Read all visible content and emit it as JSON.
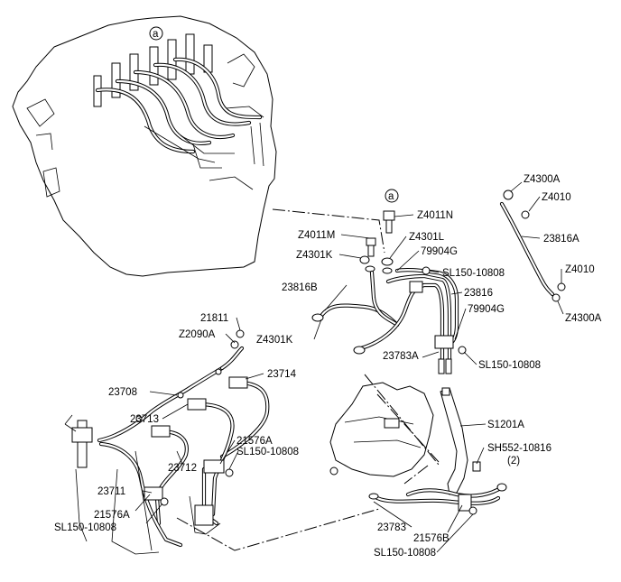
{
  "callouts": {
    "top_marker": "a",
    "mid_marker": "a"
  },
  "labels": {
    "Z4011N": "Z4011N",
    "Z4011M": "Z4011M",
    "Z4301L": "Z4301L",
    "Z4301K_top": "Z4301K",
    "79904G_top": "79904G",
    "SL150_10808_top": "SL150-10808",
    "23816B": "23816B",
    "23816": "23816",
    "79904G_mid": "79904G",
    "Z4301K_mid": "Z4301K",
    "23783A": "23783A",
    "SL150_10808_mid": "SL150-10808",
    "Z4300A_top": "Z4300A",
    "Z4010_top": "Z4010",
    "23816A": "23816A",
    "Z4010_bot": "Z4010",
    "Z4300A_bot": "Z4300A",
    "21811": "21811",
    "Z2090A": "Z2090A",
    "23714": "23714",
    "23708": "23708",
    "23713": "23713",
    "21576A_top": "21576A",
    "SL150_10808_left": "SL150-10808",
    "23712": "23712",
    "23711": "23711",
    "21576A_bot": "21576A",
    "SL150_10808_bot_left": "SL150-10808",
    "S1201A": "S1201A",
    "SH552_10816": "SH552-10816",
    "qty_2": "(2)",
    "23783": "23783",
    "21576B": "21576B",
    "SL150_10808_bottom": "SL150-10808"
  }
}
